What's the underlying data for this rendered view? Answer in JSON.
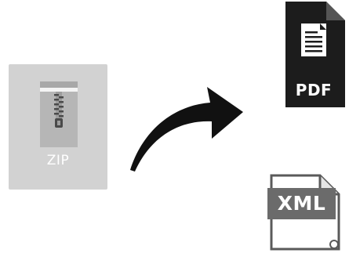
{
  "source_file": {
    "label": "ZIP",
    "icon": "zip-archive-icon",
    "tile_color": "#d2d2d2"
  },
  "conversion_arrow": {
    "icon": "curved-arrow-icon",
    "color": "#111111"
  },
  "targets": [
    {
      "label": "PDF",
      "icon": "pdf-document-icon",
      "color": "#1c1c1c"
    },
    {
      "label": "XML",
      "icon": "xml-document-icon",
      "color": "#6b6b6b"
    }
  ]
}
